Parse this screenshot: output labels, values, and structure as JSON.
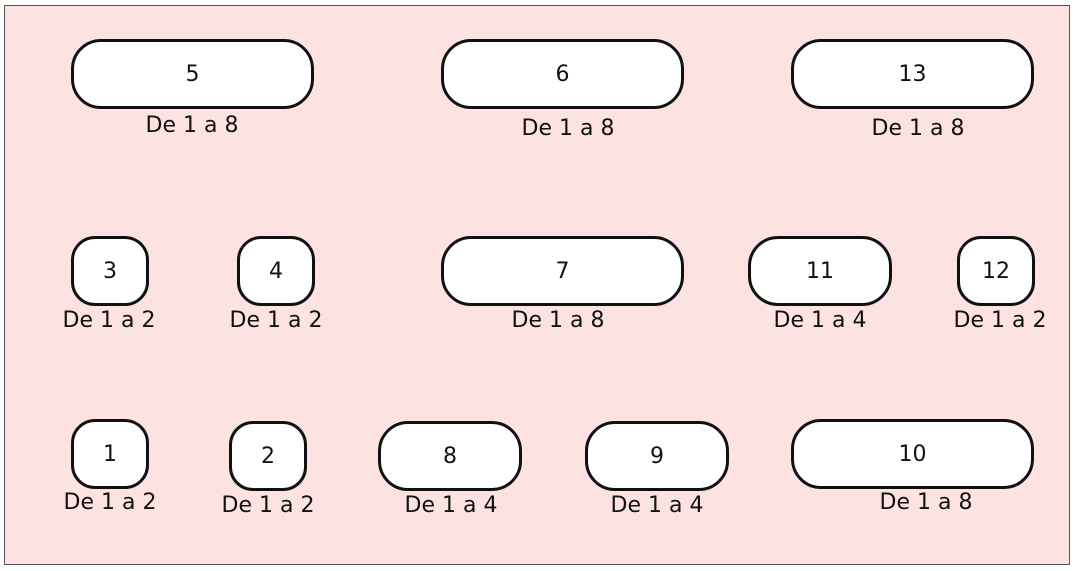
{
  "tables": [
    {
      "id": "5",
      "label": "5",
      "capacity": "De 1 a 8"
    },
    {
      "id": "6",
      "label": "6",
      "capacity": "De 1 a 8"
    },
    {
      "id": "13",
      "label": "13",
      "capacity": "De 1 a 8"
    },
    {
      "id": "3",
      "label": "3",
      "capacity": "De 1 a 2"
    },
    {
      "id": "4",
      "label": "4",
      "capacity": "De 1 a 2"
    },
    {
      "id": "7",
      "label": "7",
      "capacity": "De 1 a 8"
    },
    {
      "id": "11",
      "label": "11",
      "capacity": "De 1 a 4"
    },
    {
      "id": "12",
      "label": "12",
      "capacity": "De 1 a 2"
    },
    {
      "id": "1",
      "label": "1",
      "capacity": "De 1 a 2"
    },
    {
      "id": "2",
      "label": "2",
      "capacity": "De 1 a 2"
    },
    {
      "id": "8",
      "label": "8",
      "capacity": "De 1 a 4"
    },
    {
      "id": "9",
      "label": "9",
      "capacity": "De 1 a 4"
    },
    {
      "id": "10",
      "label": "10",
      "capacity": "De 1 a 8"
    }
  ],
  "colors": {
    "floor": "#fde2e2",
    "table_fill": "#ffffff",
    "table_border": "#111111"
  }
}
